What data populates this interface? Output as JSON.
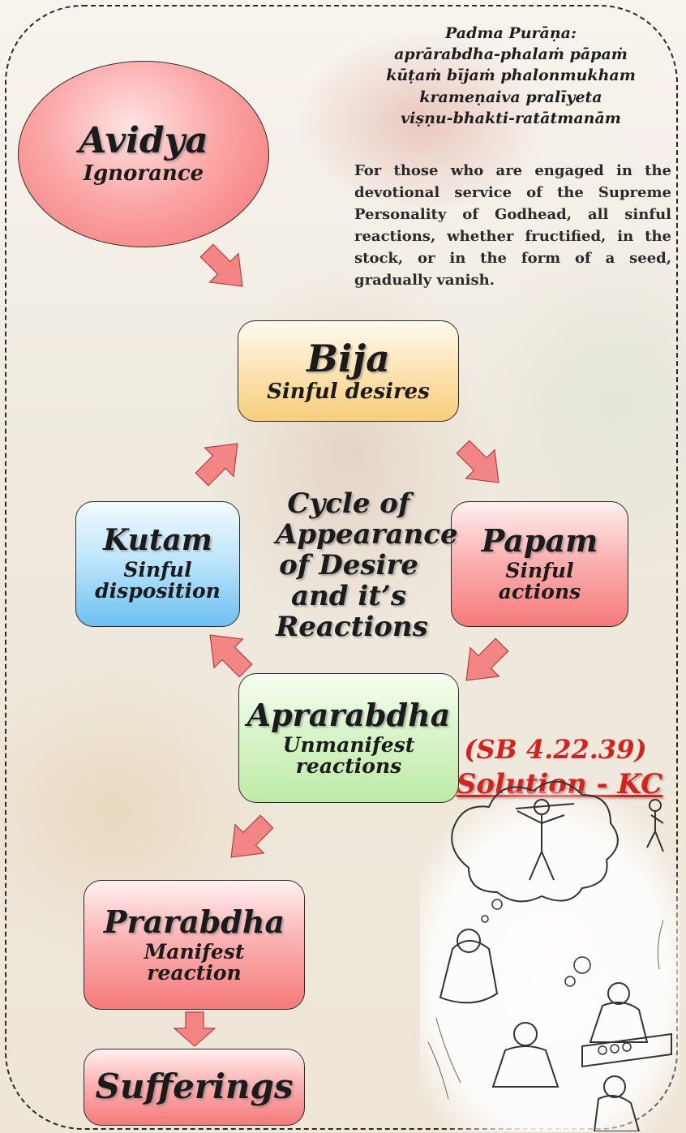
{
  "verse": {
    "source": "Padma Purāṇa:",
    "lines": [
      "aprārabdha-phalaṁ pāpaṁ",
      "kūṭaṁ bījaṁ phalonmukham",
      "krameṇaiva pralīyeta",
      "viṣṇu-bhakti-ratātmanām"
    ]
  },
  "translation": "For those who are engaged in the devotional service of the Supreme Personality of Godhead, all sinful reactions, whether fructified, in the stock, or in the form of a seed, gradually vanish.",
  "nodes": {
    "avidya": {
      "title": "Avidya",
      "subtitle": "Ignorance"
    },
    "bija": {
      "title": "Bija",
      "subtitle": "Sinful desires"
    },
    "kutam": {
      "title": "Kutam",
      "subtitle_lines": [
        "Sinful",
        "disposition"
      ]
    },
    "papam": {
      "title": "Papam",
      "subtitle_lines": [
        "Sinful",
        "actions"
      ]
    },
    "aprarabdha": {
      "title": "Aprarabdha",
      "subtitle_lines": [
        "Unmanifest",
        "reactions"
      ]
    },
    "prarabdha": {
      "title": "Prarabdha",
      "subtitle_lines": [
        "Manifest",
        "reaction"
      ]
    },
    "sufferings": {
      "title": "Sufferings"
    }
  },
  "center_label_lines": [
    "Cycle of",
    "Appearance",
    "of Desire",
    "and it’s",
    "Reactions"
  ],
  "reference": "(SB 4.22.39)",
  "solution": "Solution - KC",
  "colors": {
    "red_node": "#f57a7a",
    "yellow_node": "#f8cc7c",
    "blue_node": "#6ec0f2",
    "green_node": "#bdeaa6",
    "arrow": "#f38585",
    "accent": "#d8201c"
  }
}
